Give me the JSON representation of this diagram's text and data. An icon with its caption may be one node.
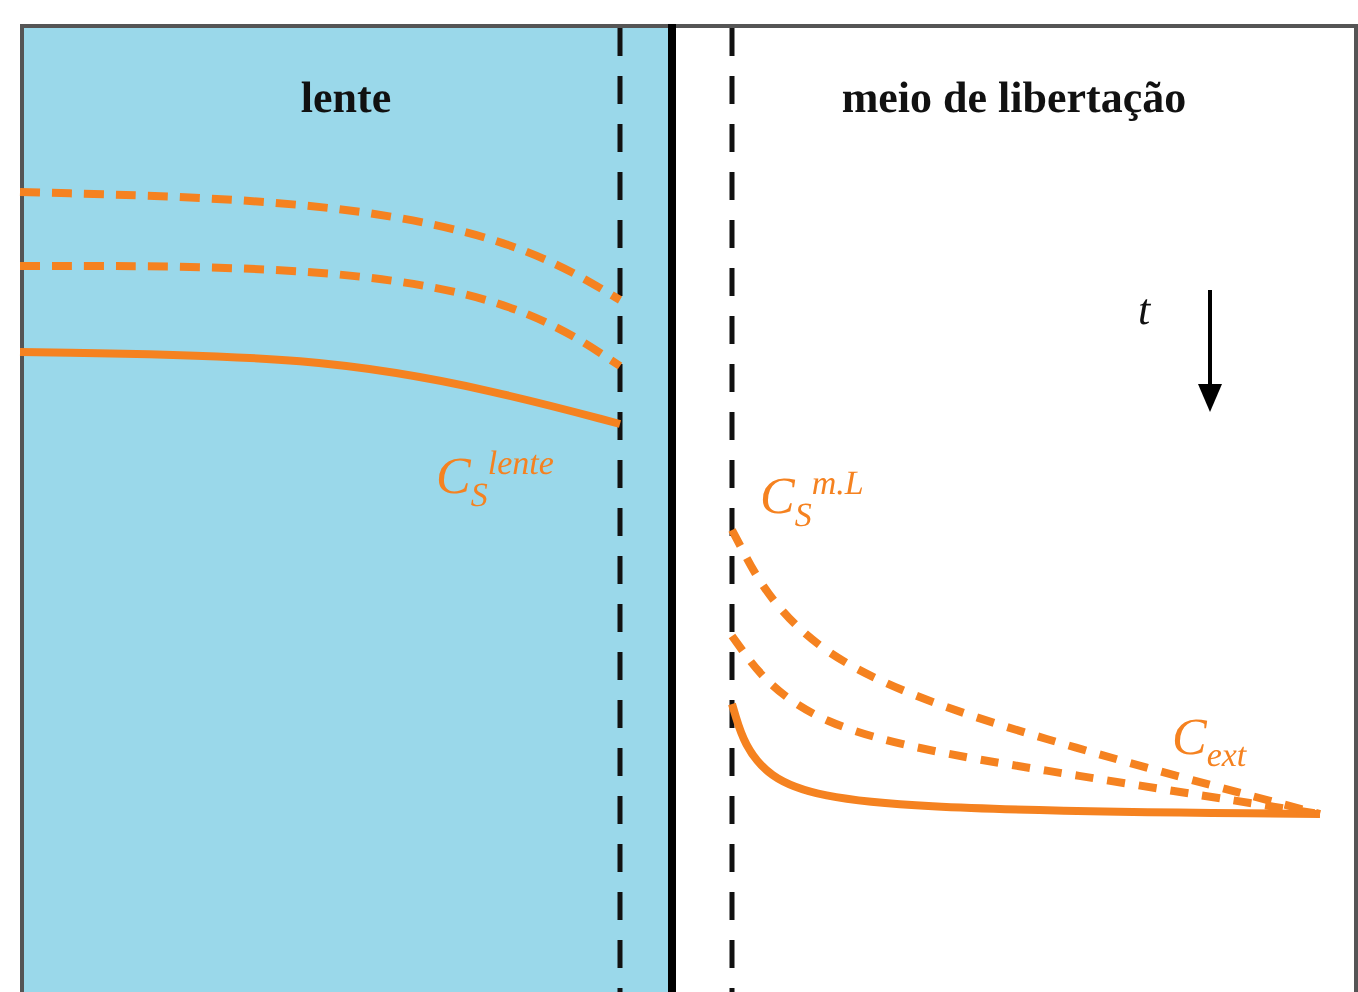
{
  "diagram": {
    "nodes": [
      {
        "text": [
          "lente"
        ]
      },
      {
        "text": [
          "meio de libertação"
        ]
      }
    ],
    "labels": [
      "t",
      "C$_{S}$$^{lente}$",
      "C$_{S}$$^{m.L}$",
      "C$_{ext}$"
    ]
  }
}
